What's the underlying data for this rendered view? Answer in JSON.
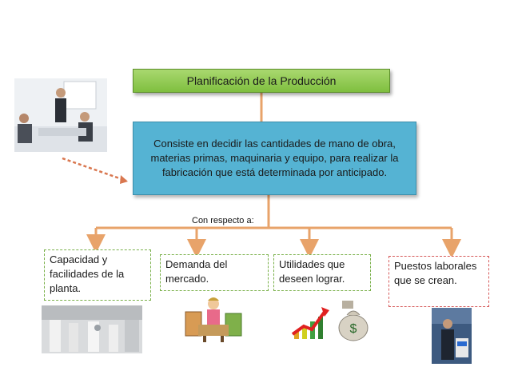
{
  "title": "Planificación de la Producción",
  "description": "Consiste en decidir las cantidades de mano de obra, materias primas, maquinaria y equipo, para realizar la fabricación que está determinada por anticipado.",
  "connector_label": "Con respecto a:",
  "boxes": [
    {
      "text": "Capacidad y facilidades de la planta."
    },
    {
      "text": "Demanda del mercado."
    },
    {
      "text": "Utilidades que deseen lograr."
    },
    {
      "text": "Puestos laborales que se crean."
    }
  ],
  "colors": {
    "title_green": "#8fca4f",
    "desc_blue": "#55b3d3",
    "connector_orange": "#e8a36a",
    "dashed_arrow": "#d9774f"
  }
}
